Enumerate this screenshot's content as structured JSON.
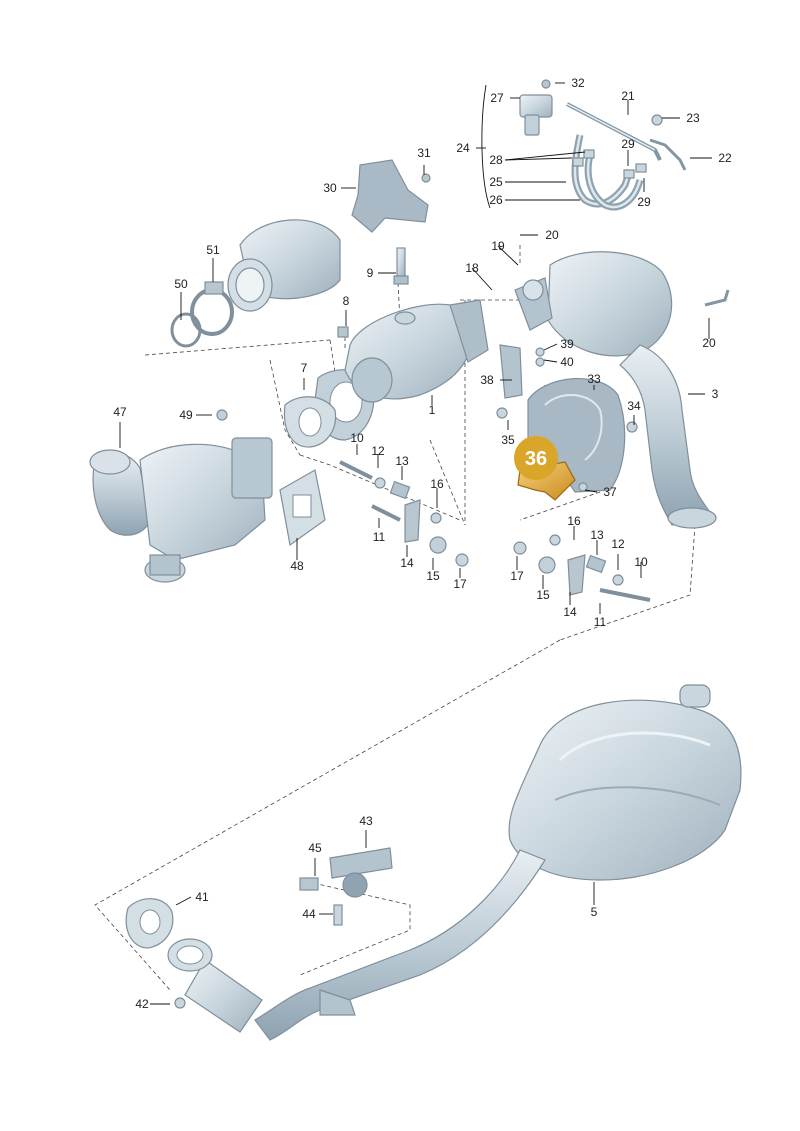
{
  "highlight": {
    "label": "36",
    "color": "#d9a62a"
  },
  "colors": {
    "part_fill": "#cfdbe3",
    "part_stroke": "#7f8f9b",
    "highlight_part": "#e0a83a"
  },
  "labels": {
    "l1": "1",
    "l3": "3",
    "l5": "5",
    "l7": "7",
    "l8": "8",
    "l9": "9",
    "l10a": "10",
    "l10b": "10",
    "l11a": "11",
    "l11b": "11",
    "l12a": "12",
    "l12b": "12",
    "l13a": "13",
    "l13b": "13",
    "l14a": "14",
    "l14b": "14",
    "l15a": "15",
    "l15b": "15",
    "l16a": "16",
    "l16b": "16",
    "l17a": "17",
    "l17b": "17",
    "l18": "18",
    "l19": "19",
    "l20a": "20",
    "l20b": "20",
    "l21": "21",
    "l22": "22",
    "l23": "23",
    "l24": "24",
    "l25": "25",
    "l26": "26",
    "l27": "27",
    "l28": "28",
    "l29a": "29",
    "l29b": "29",
    "l30": "30",
    "l31": "31",
    "l32": "32",
    "l33": "33",
    "l34": "34",
    "l35": "35",
    "l37": "37",
    "l38": "38",
    "l39": "39",
    "l40": "40",
    "l41": "41",
    "l42": "42",
    "l43": "43",
    "l44": "44",
    "l45": "45",
    "l47": "47",
    "l48": "48",
    "l49": "49",
    "l50": "50",
    "l51": "51"
  }
}
